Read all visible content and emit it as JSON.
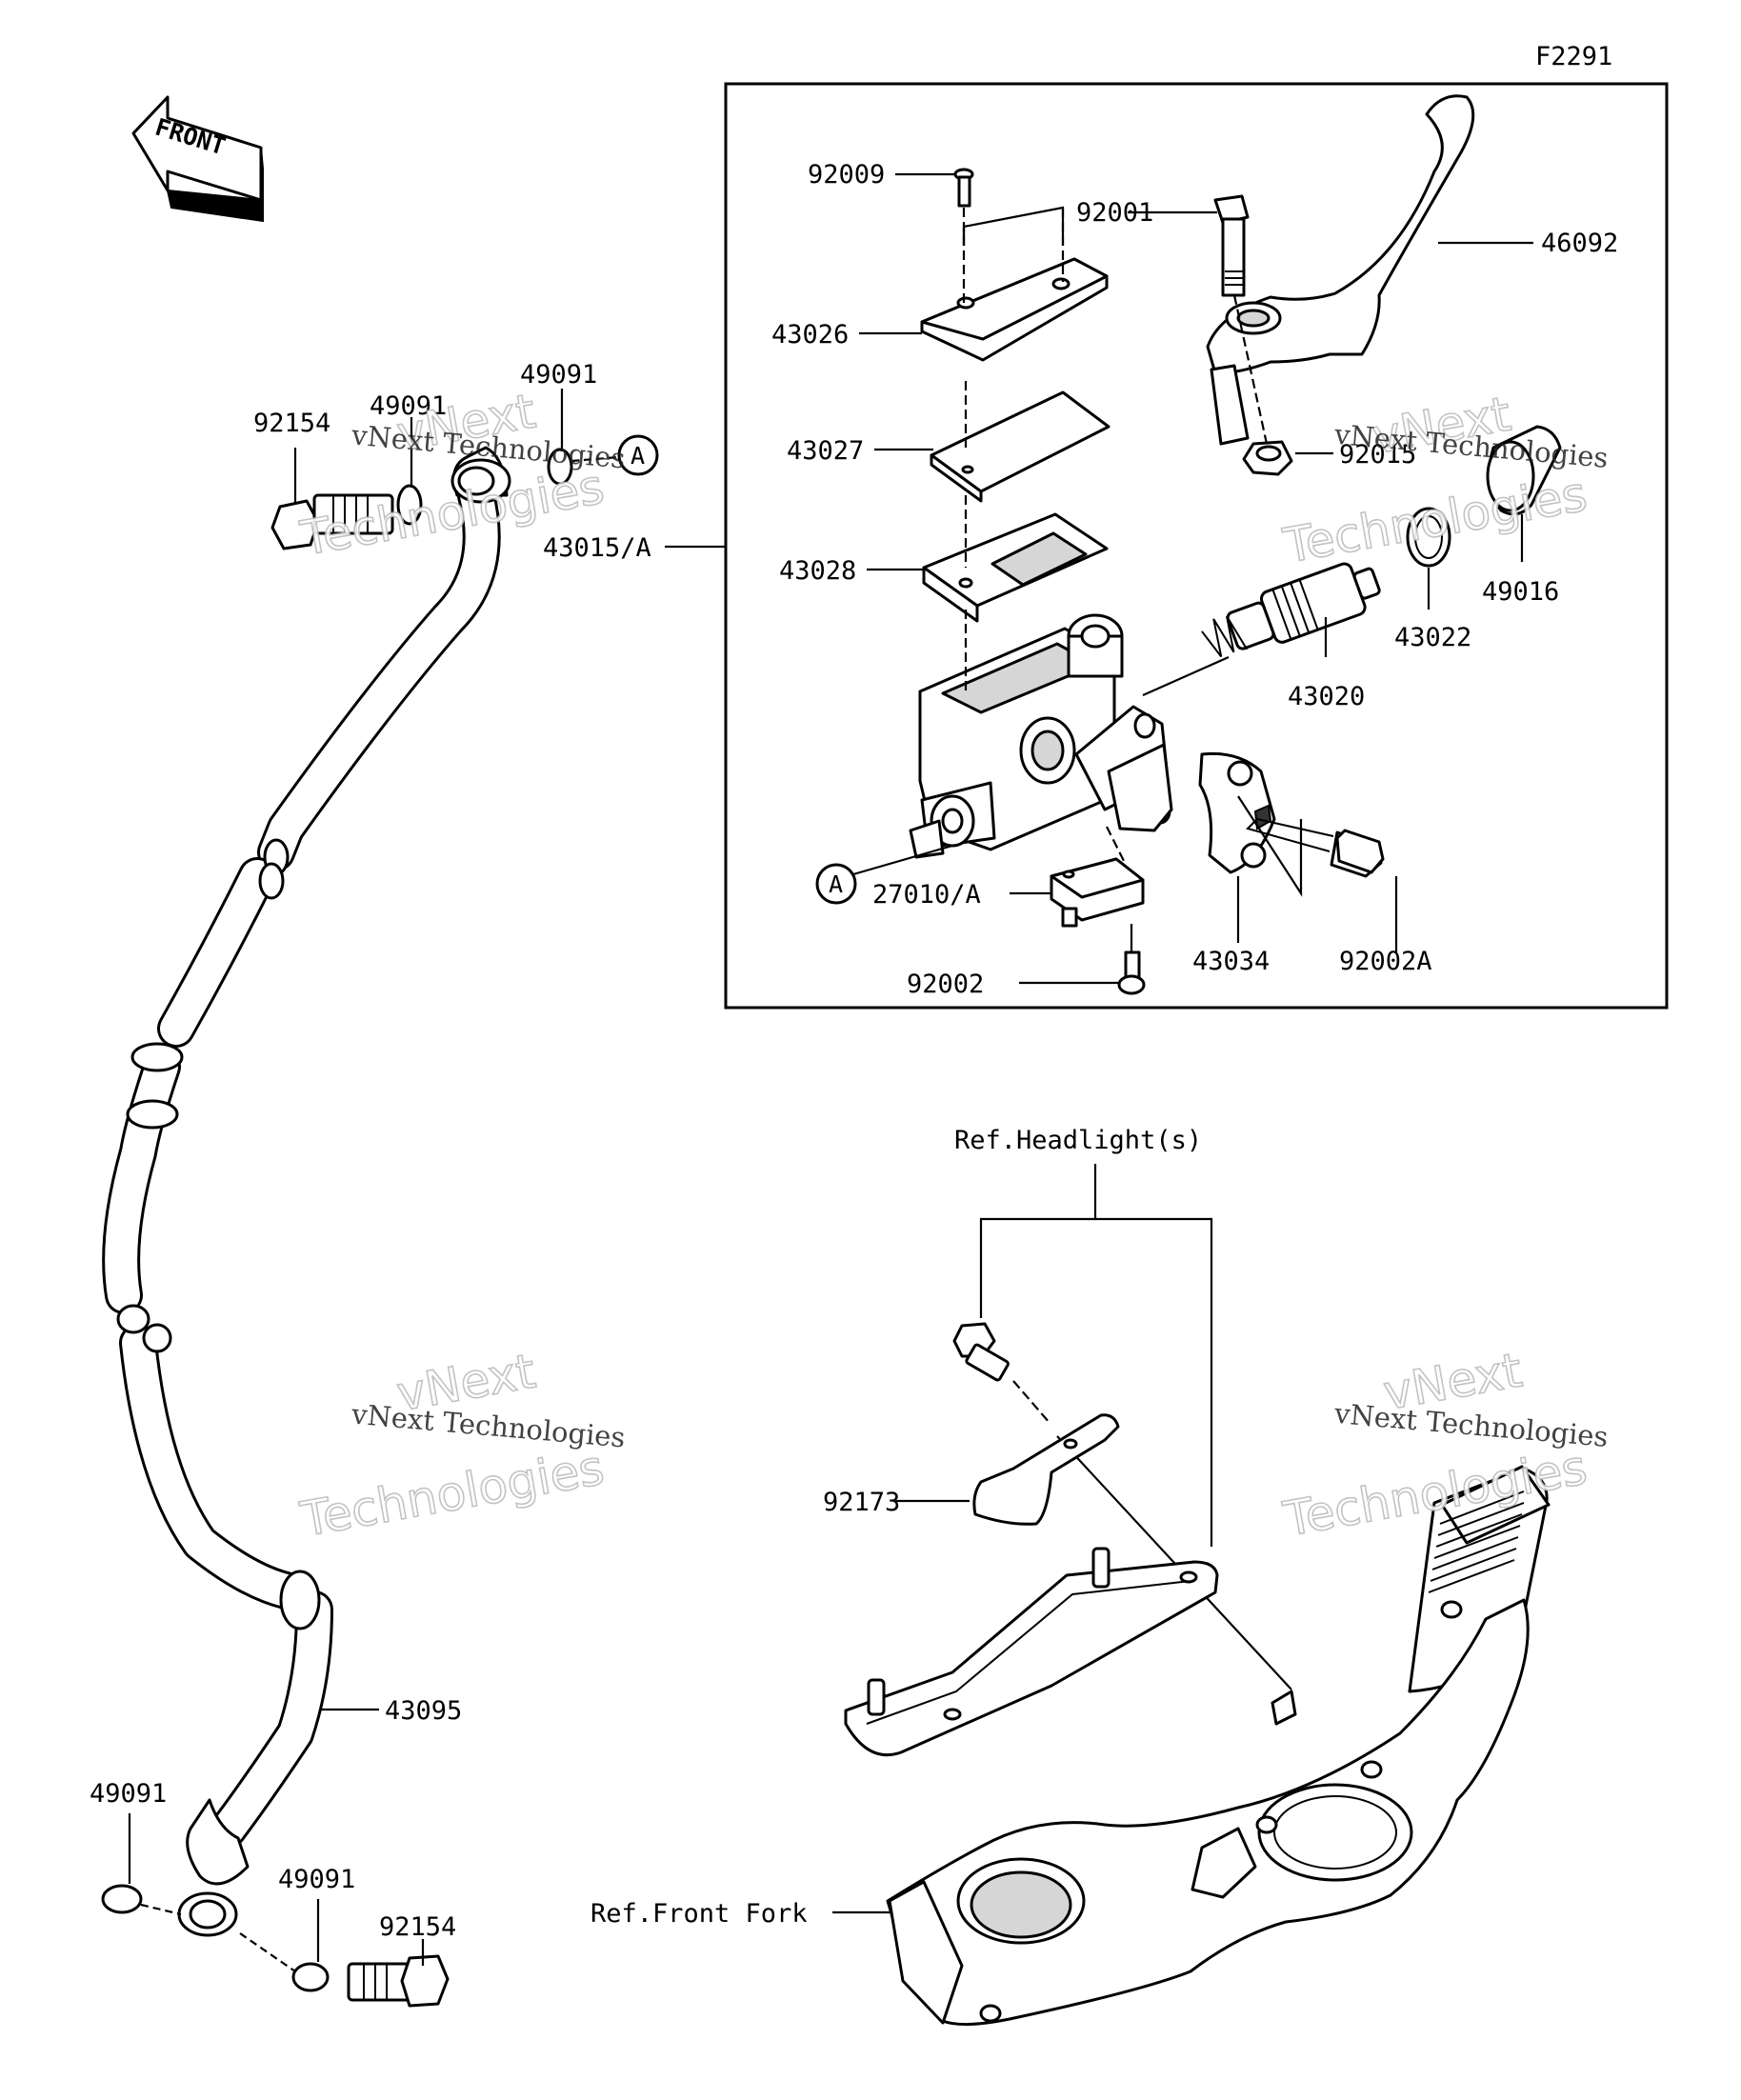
{
  "diagram_code": "F2291",
  "front_arrow_label": "FRONT",
  "circle_marker": "A",
  "parts": {
    "p92009": "92009",
    "p92001": "92001",
    "p46092": "46092",
    "p43026": "43026",
    "p43027": "43027",
    "p43028": "43028",
    "p43015A": "43015/A",
    "p92015": "92015",
    "p49016": "49016",
    "p43022": "43022",
    "p43020": "43020",
    "p27010A": "27010/A",
    "p92002": "92002",
    "p43034": "43034",
    "p92002A": "92002A",
    "p92154_top": "92154",
    "p49091_top_left": "49091",
    "p49091_top_right": "49091",
    "p43095": "43095",
    "p49091_bot_left": "49091",
    "p49091_bot_right": "49091",
    "p92154_bot": "92154",
    "p92173": "92173"
  },
  "refs": {
    "headlight": "Ref.Headlight(s)",
    "front_fork": "Ref.Front Fork"
  },
  "watermarks": {
    "line1": "vNext Technologies",
    "line2_a": "vNext",
    "line2_b": "Technologies"
  }
}
